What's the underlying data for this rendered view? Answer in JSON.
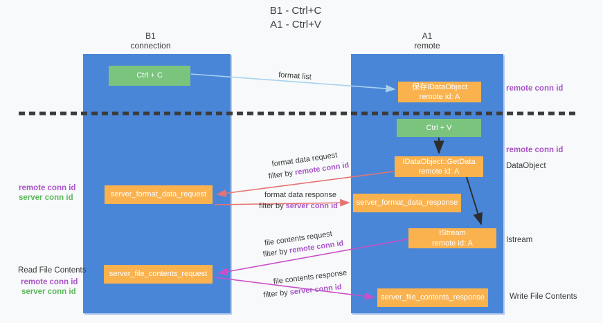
{
  "title": {
    "line1": "B1 - Ctrl+C",
    "line2": "A1 - Ctrl+V"
  },
  "columns": {
    "left": {
      "name": "B1",
      "subtitle": "connection"
    },
    "right": {
      "name": "A1",
      "subtitle": "remote"
    }
  },
  "nodes": {
    "ctrl_c": {
      "label": "Ctrl + C"
    },
    "ctrl_v": {
      "label": "Ctrl + V"
    },
    "save_dataobject": {
      "line1": "保存IDataObject",
      "line2": "remote id: A"
    },
    "getdata": {
      "line1": "IDataObject::GetData",
      "line2": "remote id: A"
    },
    "istream": {
      "line1": "IStream",
      "line2": "remote id: A"
    },
    "format_request": {
      "label": "server_format_data_request"
    },
    "format_response": {
      "label": "server_format_data_response"
    },
    "file_request": {
      "label": "server_file_contents_request"
    },
    "file_response": {
      "label": "server_file_contents_response"
    }
  },
  "labels": {
    "format_list": "format list",
    "format_data_request": "format data request",
    "format_data_response": "format data response",
    "file_contents_request": "file contents request",
    "file_contents_response": "file contents response",
    "filter_by": "filter by",
    "remote_conn_id": "remote conn id",
    "server_conn_id": "server conn id",
    "dataobject": "DataObject",
    "istream": "Istream",
    "read_file_contents": "Read File Contents",
    "write_file_contents": "Write File Contents"
  },
  "colors": {
    "lane_blue": "#4a86d8",
    "node_orange": "#f9b24e",
    "node_green": "#7bc47e",
    "arrow_light_blue": "#a6d2ee",
    "arrow_red": "#e57373",
    "arrow_magenta": "#c94fc9",
    "arrow_black": "#2d2d2d",
    "text_purple": "#a855c8",
    "text_green": "#5cb85c",
    "dashed_line": "#3b3b3b",
    "background": "#f8f9fa"
  }
}
